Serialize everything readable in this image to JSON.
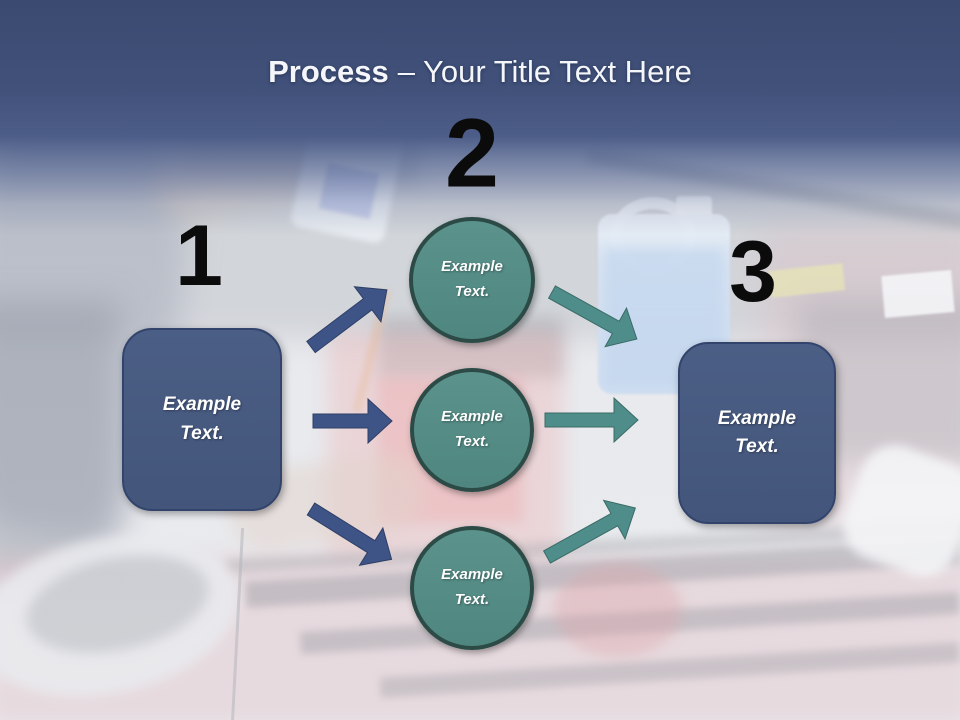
{
  "title": {
    "prefix": "Process",
    "suffix": "– Your Title Text Here"
  },
  "steps": [
    {
      "number": "1",
      "label": "Example Text."
    },
    {
      "number": "2",
      "labels": [
        "Example Text.",
        "Example Text.",
        "Example Text."
      ]
    },
    {
      "number": "3",
      "label": "Example Text."
    }
  ],
  "colors": {
    "title_band": "#42527B",
    "box_fill": "#46597E",
    "box_border": "#33446C",
    "circle_fill": "#548C86",
    "circle_border": "#2C4B47",
    "arrow_blue": "#3E5486",
    "arrow_teal": "#4F8D8A",
    "number_color": "#0B0B0B",
    "text_color": "#FFFFFF"
  }
}
